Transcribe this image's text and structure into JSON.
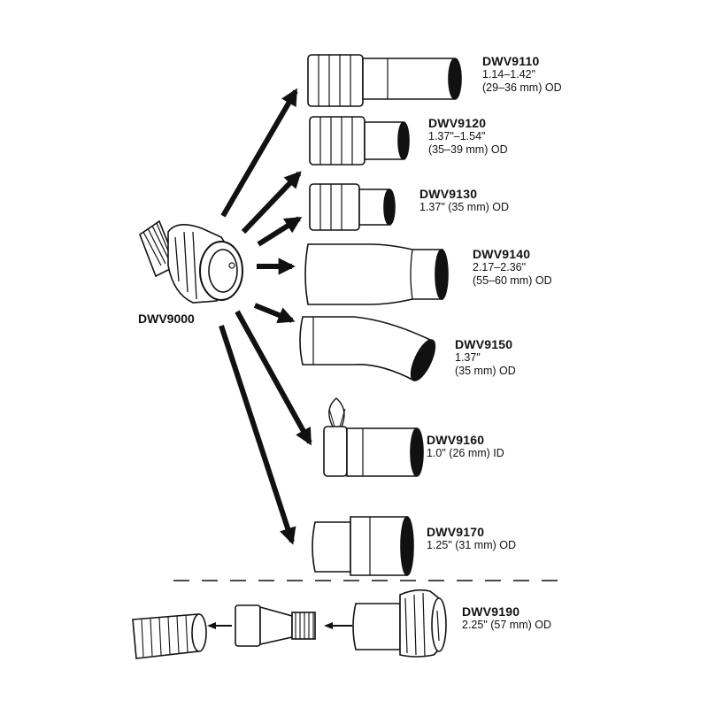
{
  "base_adapter": {
    "code": "DWV9000"
  },
  "accessories": [
    {
      "code": "DWV9110",
      "lines": [
        "1.14–1.42\"",
        "(29–36 mm) OD"
      ]
    },
    {
      "code": "DWV9120",
      "lines": [
        "1.37\"–1.54\"",
        "(35–39 mm) OD"
      ]
    },
    {
      "code": "DWV9130",
      "lines": [
        "1.37\" (35 mm) OD"
      ]
    },
    {
      "code": "DWV9140",
      "lines": [
        "2.17–2.36\"",
        "(55–60 mm) OD"
      ]
    },
    {
      "code": "DWV9150",
      "lines": [
        "1.37\"",
        "(35 mm) OD"
      ]
    },
    {
      "code": "DWV9160",
      "lines": [
        "1.0\" (26 mm) ID"
      ]
    },
    {
      "code": "DWV9170",
      "lines": [
        "1.25\" (31 mm) OD"
      ]
    }
  ],
  "hose_kit": {
    "code": "DWV9190",
    "lines": [
      "2.25\" (57 mm) OD"
    ]
  },
  "colors": {
    "ink": "#111111",
    "paper": "#ffffff",
    "shade": "#cfcfcf"
  }
}
